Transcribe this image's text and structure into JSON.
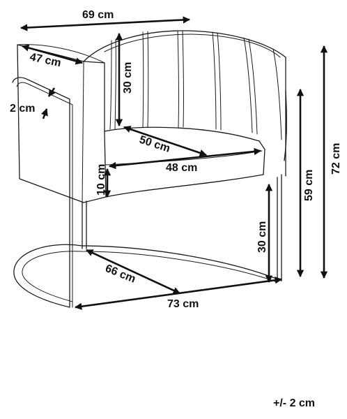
{
  "dimensions": {
    "overall_width": "69 cm",
    "armrest_depth": "47 cm",
    "armrest_thickness": "2 cm",
    "backrest_height": "30 cm",
    "seat_depth": "50 cm",
    "seat_width": "48 cm",
    "seat_thickness": "10 cm",
    "seat_height": "59 cm",
    "overall_height": "72 cm",
    "leg_height": "30 cm",
    "base_depth": "66 cm",
    "base_width": "73 cm"
  },
  "tolerance": "+/- 2 cm"
}
